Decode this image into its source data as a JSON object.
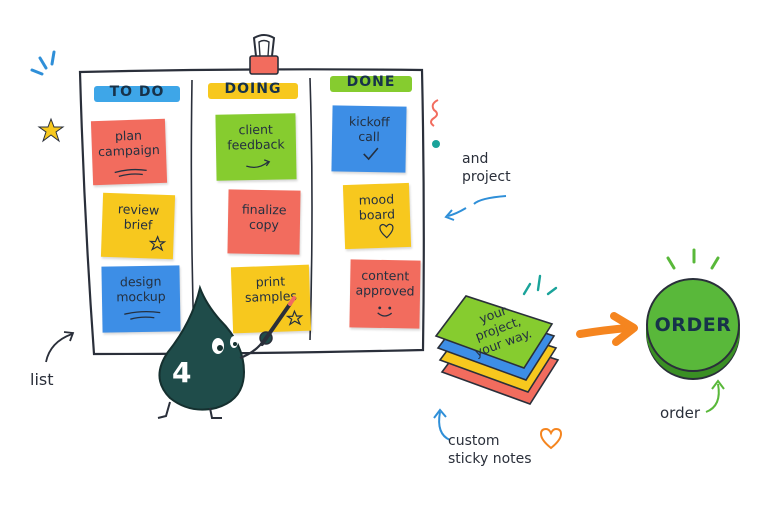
{
  "board": {
    "columns": [
      {
        "label": "TO DO",
        "highlight": "#3ea6e8",
        "notes": [
          {
            "text": "plan\ncampaign",
            "color": "#f26c5e"
          },
          {
            "text": "review\nbrief",
            "color": "#f7c81e"
          },
          {
            "text": "design\nmockup",
            "color": "#3d8ee6"
          }
        ]
      },
      {
        "label": "DOING",
        "highlight": "#f7c81e",
        "notes": [
          {
            "text": "client\nfeedback",
            "color": "#86cc2f"
          },
          {
            "text": "finalize\ncopy",
            "color": "#f26c5e"
          },
          {
            "text": "print\nsamples",
            "color": "#f7c81e"
          }
        ]
      },
      {
        "label": "DONE",
        "highlight": "#86cc2f",
        "notes": [
          {
            "text": "kickoff\ncall",
            "color": "#3d8ee6"
          },
          {
            "text": "mood\nboard",
            "color": "#f7c81e"
          },
          {
            "text": "content\napproved",
            "color": "#f26c5e"
          }
        ]
      }
    ]
  },
  "annotations": {
    "list": "list",
    "and_project": "and\nproject",
    "custom_sticky_notes": "custom\nsticky notes",
    "order": "order"
  },
  "mascot": {
    "number": "4",
    "color": "#1f4c4a"
  },
  "stack": {
    "top_text": "your\nproject,\nyour way.",
    "colors": [
      "#86cc2f",
      "#3d8ee6",
      "#f7c81e",
      "#f26c5e"
    ]
  },
  "order_button": {
    "label": "ORDER",
    "color": "#59b83a"
  },
  "colors": {
    "arrow": "#f5851f",
    "ink": "#2a2f3a",
    "accent_blue": "#2f8fd8",
    "accent_green": "#59b83a"
  }
}
